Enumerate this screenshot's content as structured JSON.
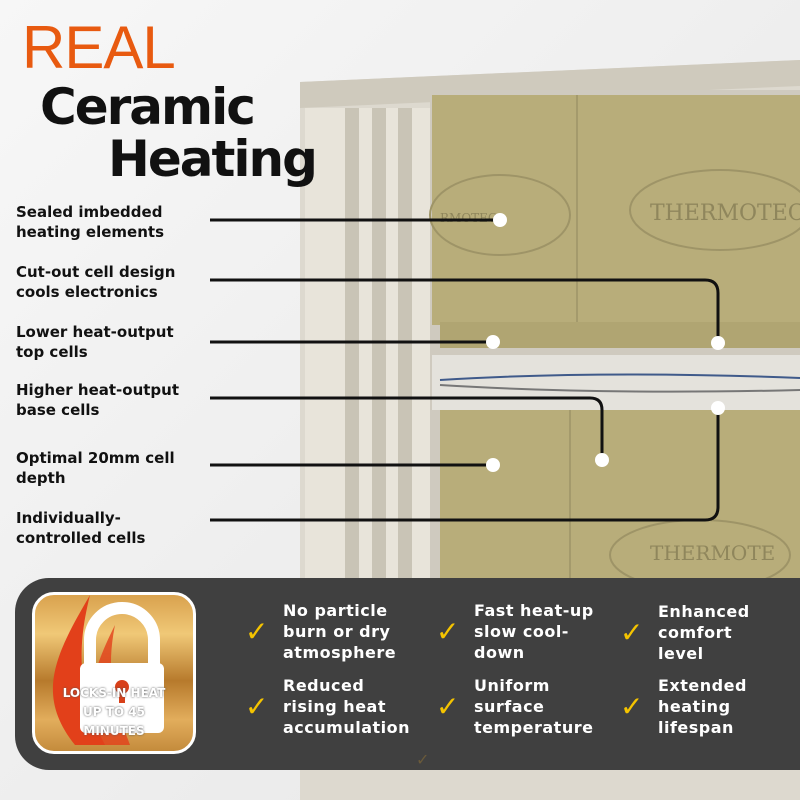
{
  "title": {
    "line1": "REAL",
    "line2": "Ceramic",
    "line3": "Heating"
  },
  "labels": [
    "Sealed imbedded heating elements",
    "Cut-out cell design cools electronics",
    "Lower heat-output top cells",
    "Higher heat-output base cells",
    "Optimal 20mm cell depth",
    "Individually-controlled cells"
  ],
  "brand_embossed": "THERMOTEC",
  "badge": {
    "line1": "LOCKS-IN HEAT",
    "line2": "UP TO 45",
    "line3": "MINUTES"
  },
  "features": [
    "No particle\nburn or dry\natmosphere",
    "Fast heat-up\nslow cool-\ndown",
    "Enhanced\ncomfort\nlevel",
    "Reduced\nrising heat\naccumulation",
    "Uniform\nsurface\ntemperature",
    "Extended\nheating\nlifespan"
  ],
  "colors": {
    "accent": "#e85a10",
    "check": "#f5c400",
    "panel": "#404040",
    "ceramic": "#b8ad7a"
  }
}
